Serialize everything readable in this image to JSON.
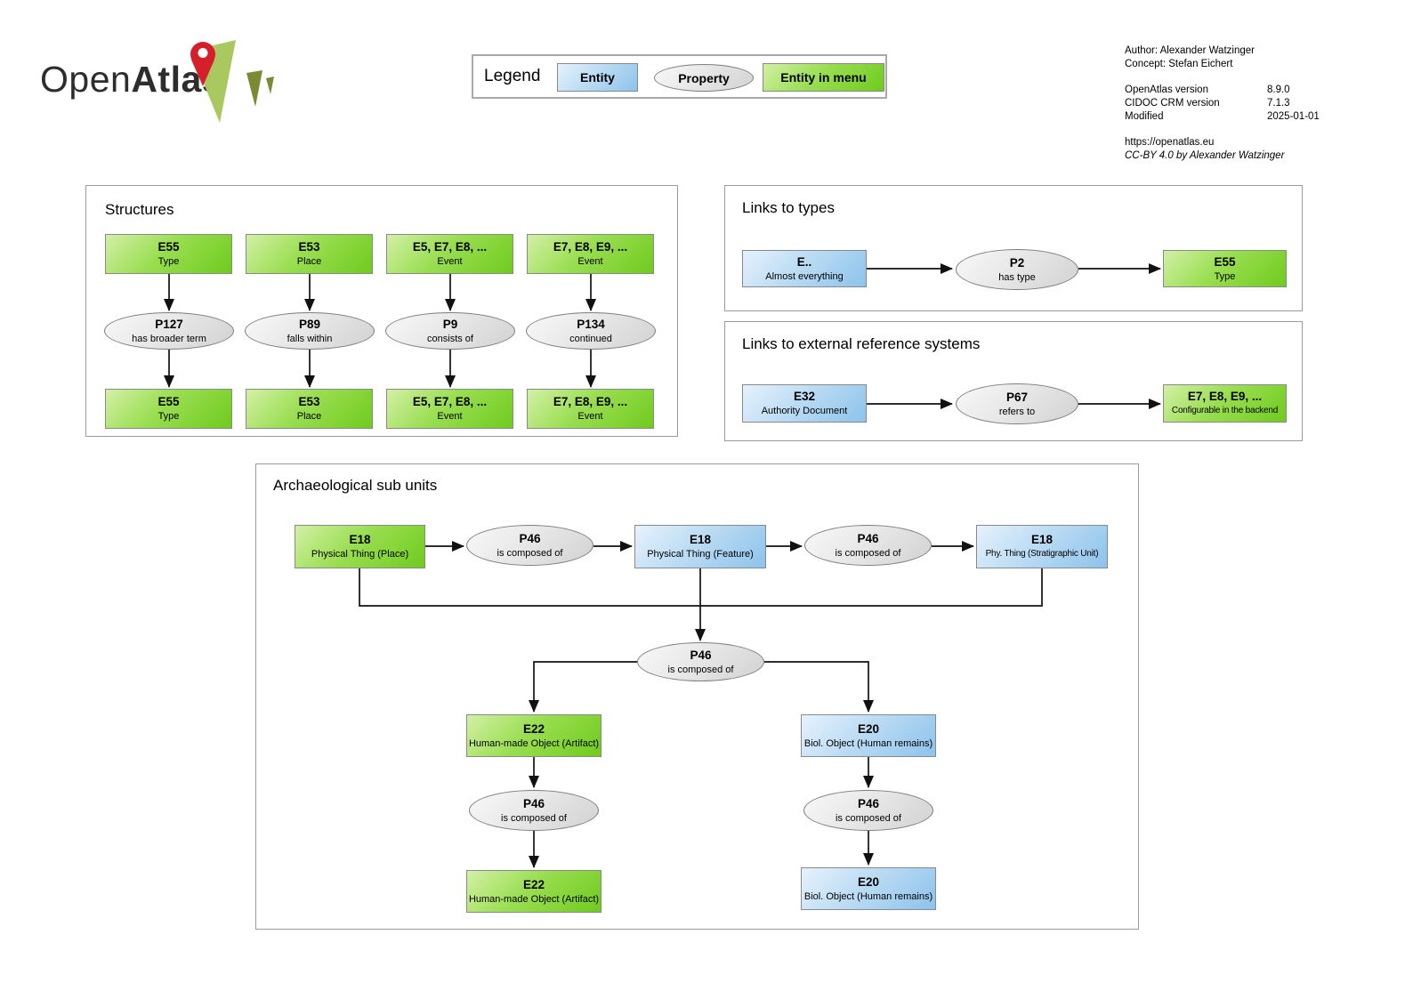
{
  "logo": {
    "text_regular": "Open",
    "text_bold": "Atlas"
  },
  "legend": {
    "title": "Legend",
    "items": [
      {
        "label": "Entity"
      },
      {
        "label": "Property"
      },
      {
        "label": "Entity in menu"
      }
    ]
  },
  "meta": {
    "author": "Author: Alexander Watzinger",
    "concept": "Concept: Stefan Eichert",
    "rows": [
      {
        "label": "OpenAtlas version",
        "value": "8.9.0"
      },
      {
        "label": "CIDOC CRM version",
        "value": "7.1.3"
      },
      {
        "label": "Modified",
        "value": "2025-01-01"
      }
    ],
    "url": "https://openatlas.eu",
    "license": "CC-BY 4.0 by Alexander Watzinger"
  },
  "structures": {
    "title": "Structures",
    "columns": [
      {
        "top": {
          "code": "E55",
          "label": "Type"
        },
        "prop": {
          "code": "P127",
          "label": "has broader term"
        },
        "bottom": {
          "code": "E55",
          "label": "Type"
        }
      },
      {
        "top": {
          "code": "E53",
          "label": "Place"
        },
        "prop": {
          "code": "P89",
          "label": "falls within"
        },
        "bottom": {
          "code": "E53",
          "label": "Place"
        }
      },
      {
        "top": {
          "code": "E5, E7, E8, ...",
          "label": "Event"
        },
        "prop": {
          "code": "P9",
          "label": "consists of"
        },
        "bottom": {
          "code": "E5, E7, E8, ...",
          "label": "Event"
        }
      },
      {
        "top": {
          "code": "E7, E8, E9, ...",
          "label": "Event"
        },
        "prop": {
          "code": "P134",
          "label": "continued"
        },
        "bottom": {
          "code": "E7, E8, E9, ...",
          "label": "Event"
        }
      }
    ]
  },
  "links_to_types": {
    "title": "Links to types",
    "source": {
      "code": "E..",
      "label": "Almost everything"
    },
    "property": {
      "code": "P2",
      "label": "has type"
    },
    "target": {
      "code": "E55",
      "label": "Type"
    }
  },
  "links_to_external": {
    "title": "Links to external reference systems",
    "source": {
      "code": "E32",
      "label": "Authority Document"
    },
    "property": {
      "code": "P67",
      "label": "refers to"
    },
    "target": {
      "code": "E7, E8, E9, ...",
      "label": "Configurable in the backend"
    }
  },
  "archaeology": {
    "title": "Archaeological sub units",
    "place": {
      "code": "E18",
      "label": "Physical Thing (Place)"
    },
    "p46_1": {
      "code": "P46",
      "label": "is composed of"
    },
    "feature": {
      "code": "E18",
      "label": "Physical Thing (Feature)"
    },
    "p46_2": {
      "code": "P46",
      "label": "is composed of"
    },
    "stratigraphic": {
      "code": "E18",
      "label": "Phy. Thing (Stratigraphic Unit)"
    },
    "p46_center": {
      "code": "P46",
      "label": "is composed of"
    },
    "artifact_top": {
      "code": "E22",
      "label": "Human-made Object (Artifact)"
    },
    "human_top": {
      "code": "E20",
      "label": "Biol. Object (Human remains)"
    },
    "p46_artifact": {
      "code": "P46",
      "label": "is composed of"
    },
    "p46_human": {
      "code": "P46",
      "label": "is composed of"
    },
    "artifact_bottom": {
      "code": "E22",
      "label": "Human-made Object (Artifact)"
    },
    "human_bottom": {
      "code": "E20",
      "label": "Biol. Object (Human remains)"
    }
  },
  "colors": {
    "entity": "#8dc3eb",
    "entity_in_menu": "#70cb1e",
    "property": "#d2d2d2",
    "logo_green": "#a9c860",
    "logo_olive": "#7b8a33",
    "logo_red": "#d5202c"
  }
}
